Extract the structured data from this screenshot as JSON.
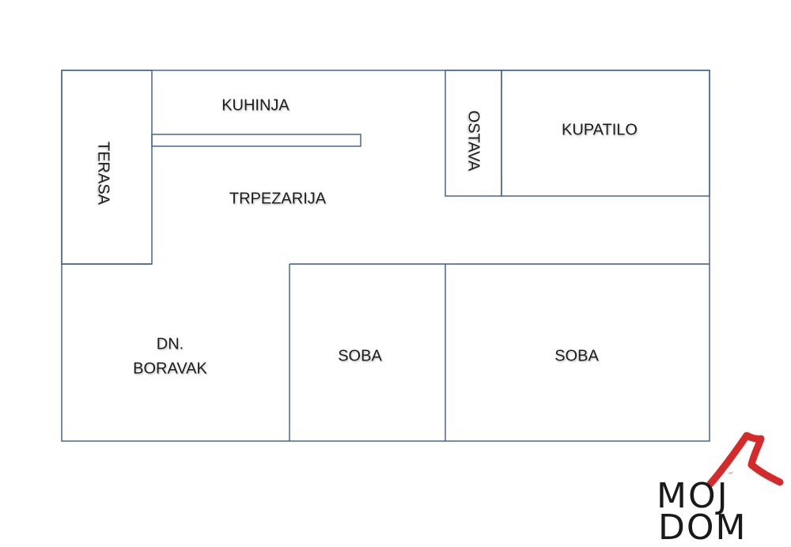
{
  "rooms": {
    "kitchen": "KUHINJA",
    "storage": "OSTAVA",
    "bathroom": "KUPATILO",
    "terrace": "TERASA",
    "dining": "TRPEZARIJA",
    "living_line1": "DN.",
    "living_line2": "BORAVAK",
    "room_middle": "SOBA",
    "room_right": "SOBA"
  },
  "logo": {
    "line1": "MOJ",
    "line2": "DOM",
    "accent_color": "#d42a2a"
  },
  "colors": {
    "wall": "#3d5a8a",
    "text": "#1a1a1a"
  }
}
